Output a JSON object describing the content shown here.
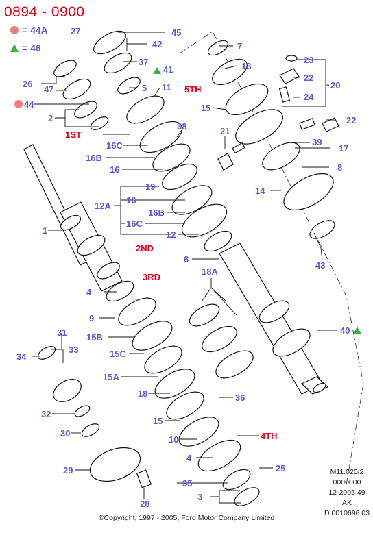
{
  "title": "0894 - 0900",
  "legend": [
    {
      "symbol": "red-circle",
      "text": "= 44A",
      "color": "#f08080"
    },
    {
      "symbol": "green-triangle",
      "text": "= 46",
      "color": "#3cb043"
    }
  ],
  "labels": {
    "l27": "27",
    "l45": "45",
    "l42": "42",
    "l7": "7",
    "l23": "23",
    "l37": "37",
    "l41": "41",
    "l13": "13",
    "l22a": "22",
    "l20": "20",
    "l26": "26",
    "l47": "47",
    "l5": "5",
    "l11": "11",
    "l24": "24",
    "l44": "44",
    "l15a": "15",
    "l2": "2",
    "l22b": "22",
    "l21": "21",
    "l38": "38",
    "l39": "39",
    "l17": "17",
    "l16c_a": "16C",
    "l16b_a": "16B",
    "l16a": "16",
    "l8": "8",
    "l19": "19",
    "l14": "14",
    "l16b": "16",
    "l12a": "12A",
    "l16b_b": "16B",
    "l16c_b": "16C",
    "l1": "1",
    "l12": "12",
    "l6": "6",
    "l43": "43",
    "l18a": "18A",
    "l4a": "4",
    "l9": "9",
    "l40": "40",
    "l31": "31",
    "l15b": "15B",
    "l34": "34",
    "l33": "33",
    "l15c": "15C",
    "l15a2": "15A",
    "l18": "18",
    "l36": "36",
    "l32": "32",
    "l15c2": "15",
    "l30": "30",
    "l10": "10",
    "l4b": "4",
    "l25": "25",
    "l29": "29",
    "l35": "35",
    "l3": "3",
    "l28": "28"
  },
  "gear_labels": {
    "g5th": "5TH",
    "g1st": "1ST",
    "g2nd": "2ND",
    "g3rd": "3RD",
    "g4th": "4TH"
  },
  "reference": [
    "M11.020/2",
    "0000000",
    "12-2005 49",
    "AK",
    "D 0010696 03"
  ],
  "copyright": "©Copyright, 1997 - 2005, Ford Motor Company Limited",
  "colors": {
    "label": "#5a5ad2",
    "red": "#e3001b",
    "line": "#111111",
    "marker_red": "#f08080",
    "marker_green": "#3cb043"
  }
}
